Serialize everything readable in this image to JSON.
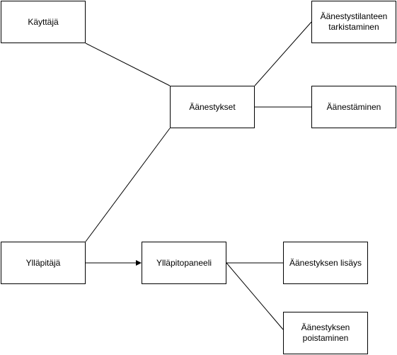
{
  "diagram": {
    "line_color": "#000000",
    "box_border_color": "#000000",
    "background": "#ffffff",
    "nodes": {
      "kayttaja": "Käyttäjä",
      "aanestykset": "Äänestykset",
      "tilanteen_tarkistaminen": "Äänestystilanteen\ntarkistaminen",
      "aanestaminen": "Äänestäminen",
      "yllapitaja": "Ylläpitäjä",
      "yllapitopaneeli": "Ylläpitopaneeli",
      "lisays": "Äänestyksen lisäys",
      "poistaminen": "Äänestyksen\npoistaminen"
    },
    "connections": [
      {
        "from": "kayttaja",
        "to": "aanestykset",
        "arrow": false
      },
      {
        "from": "aanestykset",
        "to": "tilanteen_tarkistaminen",
        "arrow": false
      },
      {
        "from": "aanestykset",
        "to": "aanestaminen",
        "arrow": false
      },
      {
        "from": "yllapitaja",
        "to": "aanestykset",
        "arrow": false
      },
      {
        "from": "yllapitaja",
        "to": "yllapitopaneeli",
        "arrow": true
      },
      {
        "from": "yllapitopaneeli",
        "to": "lisays",
        "arrow": false
      },
      {
        "from": "yllapitopaneeli",
        "to": "poistaminen",
        "arrow": false
      }
    ]
  }
}
